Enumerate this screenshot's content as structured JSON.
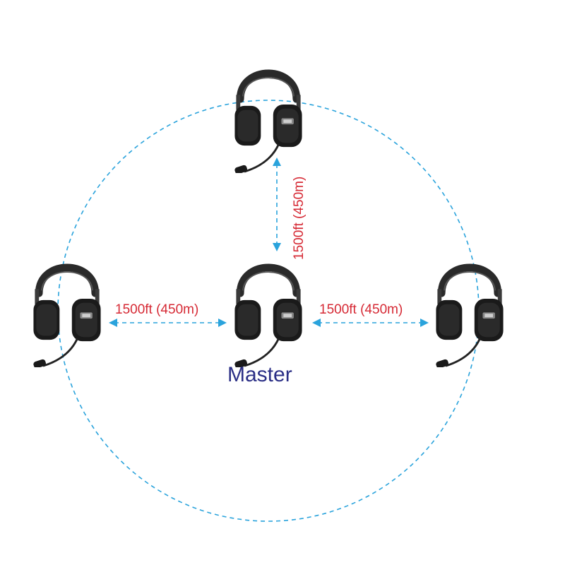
{
  "colors": {
    "range_circle": "#2aa3dc",
    "arrow": "#2aa3dc",
    "distance_text": "#d62a35",
    "master_text": "#2b2f86",
    "headset_body": "#2a2a2a",
    "headset_cushion": "#1a1a1a",
    "headset_highlight": "#555555"
  },
  "diagram": {
    "master_label": "Master",
    "headsets": [
      {
        "role": "master",
        "icon": "headset-icon"
      },
      {
        "role": "top",
        "icon": "headset-icon"
      },
      {
        "role": "left",
        "icon": "headset-icon"
      },
      {
        "role": "right",
        "icon": "headset-icon"
      }
    ],
    "links": [
      {
        "direction": "vertical",
        "label": "1500ft (450m)"
      },
      {
        "direction": "left",
        "label": "1500ft (450m)"
      },
      {
        "direction": "right",
        "label": "1500ft (450m)"
      }
    ]
  }
}
